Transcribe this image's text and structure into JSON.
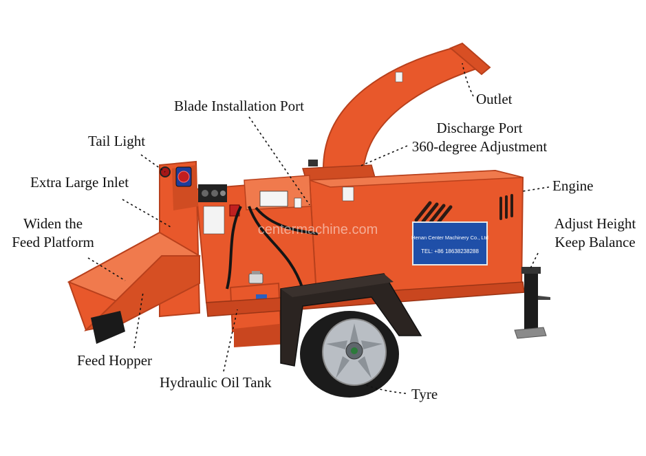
{
  "colors": {
    "machine_orange": "#e8582b",
    "machine_orange_dark": "#b8401c",
    "machine_orange_light": "#f07a4d",
    "panel_blue": "#1f4fa8",
    "tyre_black": "#1b1b1b",
    "rim_silver": "#b9bec4",
    "label_text": "#111111"
  },
  "labels": {
    "outlet": "Outlet",
    "blade_port": "Blade Installation Port",
    "discharge_line1": "Discharge Port",
    "discharge_line2": "360-degree Adjustment",
    "tail_light": "Tail Light",
    "engine": "Engine",
    "inlet": "Extra Large Inlet",
    "widen_line1": "Widen the",
    "widen_line2": "Feed Platform",
    "height_line1": "Adjust Height",
    "height_line2": "Keep Balance",
    "hopper": "Feed Hopper",
    "oil_tank": "Hydraulic Oil Tank",
    "tyre": "Tyre"
  },
  "machine": {
    "brand_line1": "Henan Center Machinery Co., Ltd",
    "brand_line2": "TEL: +86 18638238288",
    "watermark": "centermachine.com"
  },
  "icons": [
    "tail-light-icon",
    "wheel-icon",
    "jack-stand-icon",
    "oil-cap-icon"
  ]
}
